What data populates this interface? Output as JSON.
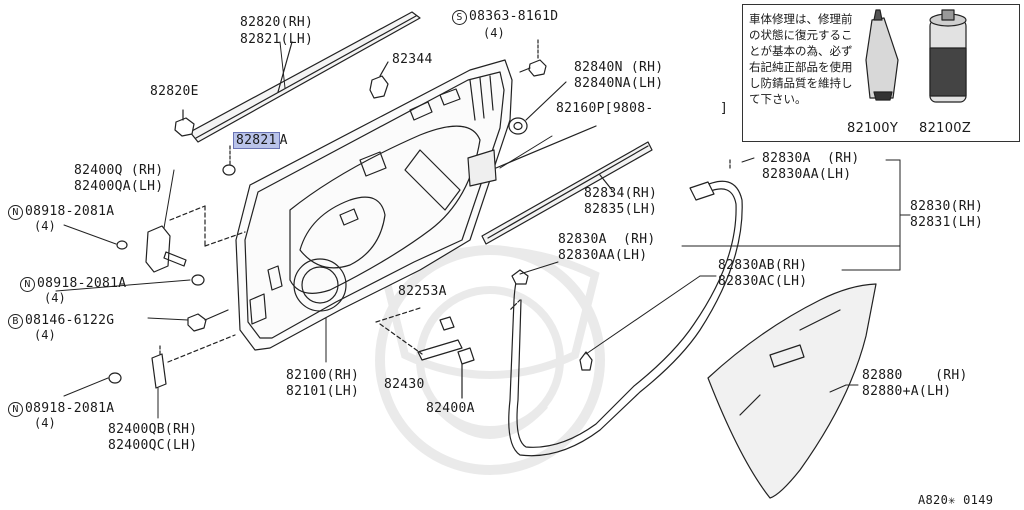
{
  "title": "",
  "labels": {
    "molding_rh": "82820(RH)",
    "molding_lh": "82821(LH)",
    "molding_e": "82820E",
    "molding_a": "82821",
    "molding_a_suffix": "A",
    "clip_82344": "82344",
    "screw_s": "08363-8161D",
    "screw_s_qty": "(4)",
    "grommet_rh": "82840N (RH)",
    "grommet_lh": "82840NA(LH)",
    "sealing_screen": "82160P[9808-",
    "sealing_screen_close": "]",
    "check_rh": "82400Q (RH)",
    "check_lh": "82400QA(LH)",
    "nut_n1": "08918-2081A",
    "nut_n1_qty": "(4)",
    "nut_n2": "08918-2081A",
    "nut_n2_qty": "(4)",
    "bolt_b": "08146-6122G",
    "bolt_b_qty": "(4)",
    "nut_n3": "08918-2081A",
    "nut_n3_qty": "(4)",
    "hinge_lower_rh": "82400QB(RH)",
    "hinge_lower_lh": "82400QC(LH)",
    "door_rh": "82100(RH)",
    "door_lh": "82101(LH)",
    "link_82253a": "82253A",
    "link_82430": "82430",
    "link_82400a": "82400A",
    "weatherstrip_outer_rh": "82834(RH)",
    "weatherstrip_outer_lh": "82835(LH)",
    "seal_a_rh": "82830A  (RH)",
    "seal_a_lh": "82830AA(LH)",
    "seal_a2_rh": "82830A  (RH)",
    "seal_a2_lh": "82830AA(LH)",
    "seal_main_rh": "82830(RH)",
    "seal_main_lh": "82831(LH)",
    "seal_ab_rh": "82830AB(RH)",
    "seal_ab_lh": "82830AC(LH)",
    "glass_rh": "82880    (RH)",
    "glass_lh": "82880+A(LH)",
    "ref_code": "A820✳ 0149"
  },
  "prefix_symbols": {
    "s": "S",
    "n": "N",
    "b": "B"
  },
  "note_box": {
    "text": "車体修理は、修理前の状態に復元することが基本の為、必ず右記純正部品を使用し防錆品質を維持して下さい。",
    "part_tube": "82100Y",
    "part_can": "82100Z"
  },
  "highlight_color": "#b9c3ea"
}
